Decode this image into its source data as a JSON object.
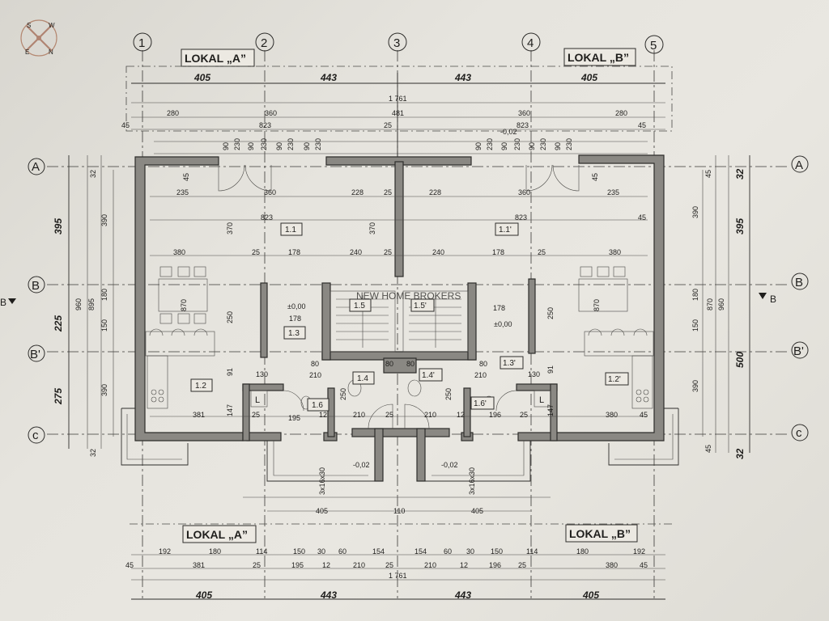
{
  "compass": {
    "letters": [
      "S",
      "W",
      "E",
      "N"
    ]
  },
  "axes": {
    "top": [
      "1",
      "2",
      "3",
      "4",
      "5"
    ],
    "left": [
      "A",
      "B",
      "B'",
      "C"
    ],
    "left_display": [
      "A",
      "B",
      "B'",
      "c"
    ],
    "right_display": [
      "A",
      "B",
      "B'",
      "c"
    ]
  },
  "labels": {
    "lokal_a": "LOKAL „A”",
    "lokal_b": "LOKAL „B”",
    "section_mark": "B"
  },
  "dims": {
    "top_major": [
      "405",
      "443",
      "443",
      "405"
    ],
    "top_total": "1 761",
    "top_row2": [
      "280",
      "360",
      "481",
      "360",
      "280"
    ],
    "top_row3": [
      "45",
      "823",
      "25",
      "823",
      "45"
    ],
    "top_openings_left": [
      "90",
      "230",
      "90",
      "230",
      "90",
      "230",
      "90",
      "230"
    ],
    "top_openings_right": [
      "90",
      "230",
      "90",
      "230",
      "90",
      "230",
      "90",
      "230"
    ],
    "level_top": "-0,02",
    "left_major": [
      "395",
      "225",
      "275"
    ],
    "left_minor": [
      "32",
      "390",
      "180",
      "150",
      "390",
      "32"
    ],
    "left_tall": [
      "960",
      "895"
    ],
    "right_major": [
      "32",
      "395",
      "500",
      "32"
    ],
    "right_minor": [
      "45",
      "390",
      "180",
      "150",
      "390",
      "45"
    ],
    "right_tall": [
      "870",
      "960"
    ],
    "bottom_row1": [
      "192",
      "180",
      "114",
      "150",
      "30",
      "60",
      "154",
      "154",
      "60",
      "30",
      "150",
      "114",
      "180",
      "192"
    ],
    "bottom_row2": [
      "45",
      "381",
      "25",
      "195",
      "12",
      "210",
      "25",
      "210",
      "12",
      "196",
      "25",
      "380",
      "45"
    ],
    "bottom_total": "1 761",
    "bottom_major": [
      "405",
      "443",
      "443",
      "405"
    ],
    "bottom_local": [
      "405",
      "110",
      "405"
    ],
    "stairs_left": "3x16x30",
    "stairs_right": "3x16x30",
    "level_entry_left": "-0,02",
    "level_entry_right": "-0,02"
  },
  "rooms": {
    "r11": "1.1",
    "r11p": "1.1'",
    "r12": "1.2",
    "r12p": "1.2'",
    "r13": "1.3",
    "r13p": "1.3'",
    "r14": "1.4",
    "r14p": "1.4'",
    "r15": "1.5",
    "r15p": "1.5'",
    "r16": "1.6",
    "r16p": "1.6'",
    "level_zero_l": "±0,00",
    "level_zero_r": "±0,00"
  },
  "interior_dims": {
    "a_row1": [
      "235",
      "360",
      "228",
      "25",
      "228",
      "360",
      "235"
    ],
    "a_823": [
      "823",
      "823"
    ],
    "a_370": [
      "370",
      "370"
    ],
    "a_row2": [
      "380",
      "25",
      "178",
      "240",
      "25",
      "240",
      "178",
      "25",
      "380"
    ],
    "a_45": [
      "45",
      "45",
      "45",
      "45"
    ],
    "b_vals": [
      "178",
      "178",
      "250",
      "250",
      "870",
      "870",
      "210",
      "210",
      "80",
      "80"
    ],
    "c_row": [
      "381",
      "25",
      "195",
      "12",
      "210",
      "25",
      "210",
      "12",
      "196",
      "25",
      "380"
    ],
    "c_vals": [
      "130",
      "130",
      "91",
      "91",
      "147",
      "147",
      "250",
      "250",
      "80",
      "80"
    ]
  },
  "watermark": "NEW HOME BROKERS"
}
